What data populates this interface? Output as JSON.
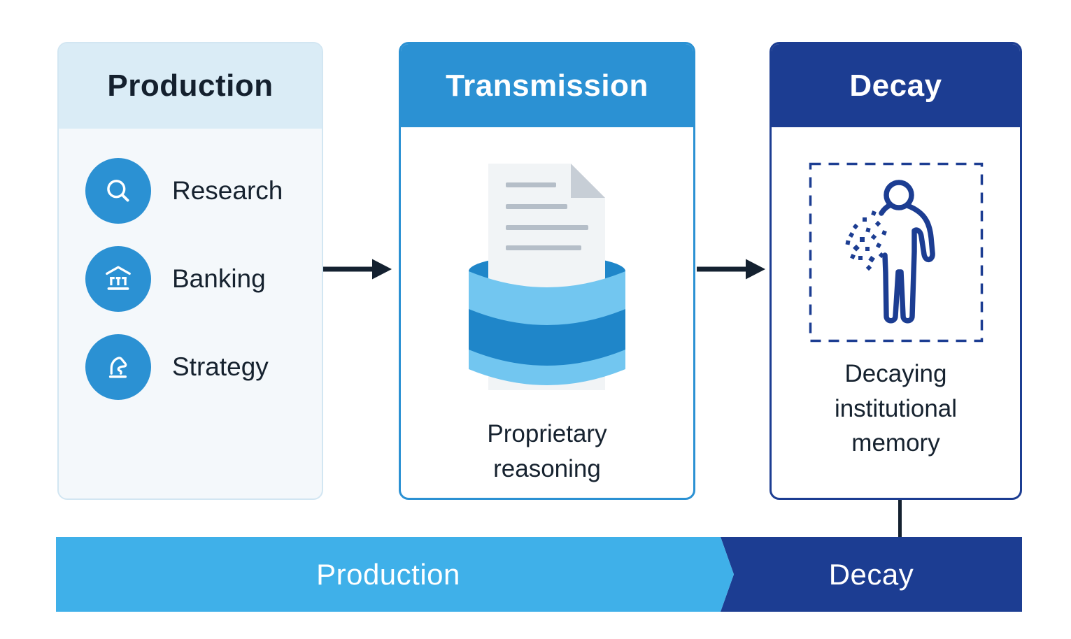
{
  "diagram": {
    "columns": {
      "production": {
        "title": "Production",
        "items": [
          {
            "icon": "search-icon",
            "label": "Research"
          },
          {
            "icon": "bank-icon",
            "label": "Banking"
          },
          {
            "icon": "knight-icon",
            "label": "Strategy"
          }
        ]
      },
      "transmission": {
        "title": "Transmission",
        "caption": "Proprietary\nreasoning"
      },
      "decay": {
        "title": "Decay",
        "caption": "Decaying\ninstitutional\nmemory"
      }
    },
    "bottom_bar": {
      "production_label": "Production",
      "decay_label": "Decay"
    },
    "colors": {
      "accent_blue": "#2b91d3",
      "navy": "#1c3d92",
      "bright_blue": "#3fb0e9",
      "header_light_blue": "#daecf6",
      "cylinder_light": "#72c6f0",
      "cylinder_dark": "#1f86c9",
      "dark_text": "#16222f",
      "arrow_color": "#142130"
    }
  }
}
